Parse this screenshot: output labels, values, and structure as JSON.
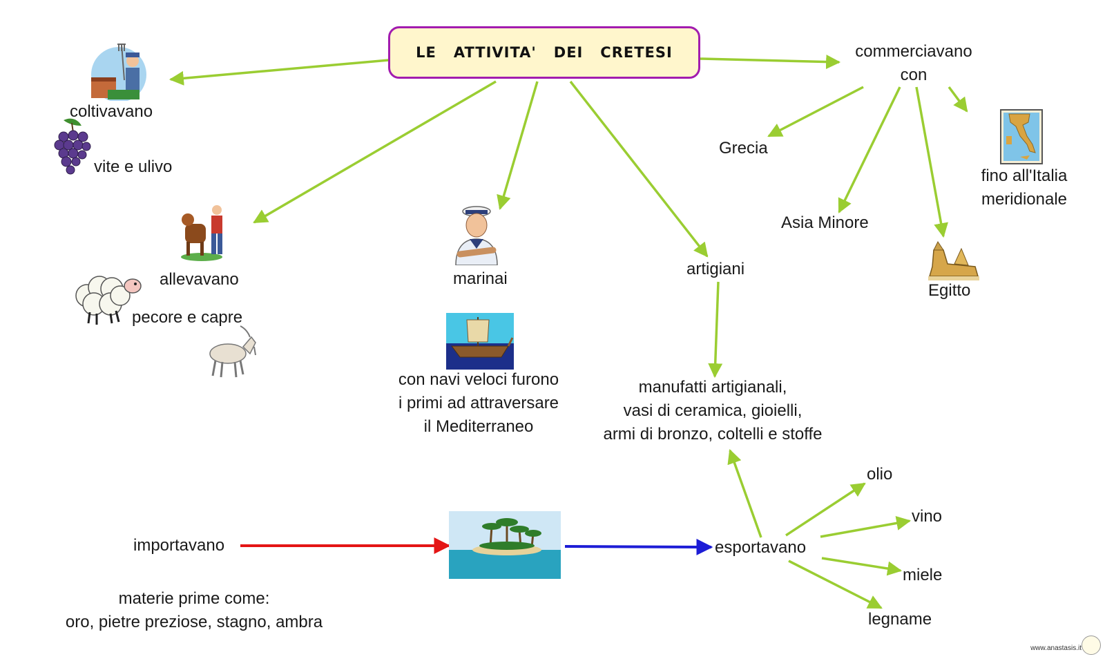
{
  "title": "LE   ATTIVITA'   DEI   CRETESI",
  "colors": {
    "link": "#9acd32",
    "import_arrow": "#e41515",
    "export_arrow": "#1d1dd6",
    "title_border": "#a21caf",
    "title_fill": "#fff6cc"
  },
  "nodes": {
    "coltivavano": "coltivavano",
    "vite_ulivo": "vite e ulivo",
    "allevavano": "allevavano",
    "pecore_capre": "pecore e capre",
    "marinai": "marinai",
    "navi_line1": "con navi veloci furono",
    "navi_line2": "i primi ad attraversare",
    "navi_line3": "il Mediterraneo",
    "artigiani": "artigiani",
    "manufatti_line1": "manufatti artigianali,",
    "manufatti_line2": "vasi di ceramica, gioielli,",
    "manufatti_line3": "armi di bronzo, coltelli e stoffe",
    "commerciavano_line1": "commerciavano",
    "commerciavano_line2": "con",
    "grecia": "Grecia",
    "asia_minore": "Asia Minore",
    "italia_line1": "fino all'Italia",
    "italia_line2": "meridionale",
    "egitto": "Egitto",
    "importavano": "importavano",
    "materie_line1": "materie prime come:",
    "materie_line2": "oro, pietre preziose, stagno, ambra",
    "esportavano": "esportavano",
    "olio": "olio",
    "vino": "vino",
    "miele": "miele",
    "legname": "legname"
  },
  "icons": [
    "farmer-icon",
    "grapes-icon",
    "farmer-cow-icon",
    "sheep-icon",
    "goat-icon",
    "sailor-icon",
    "ship-icon",
    "island-icon",
    "italy-map-icon",
    "sphinx-icon"
  ],
  "credit": "www.anastasis.it"
}
